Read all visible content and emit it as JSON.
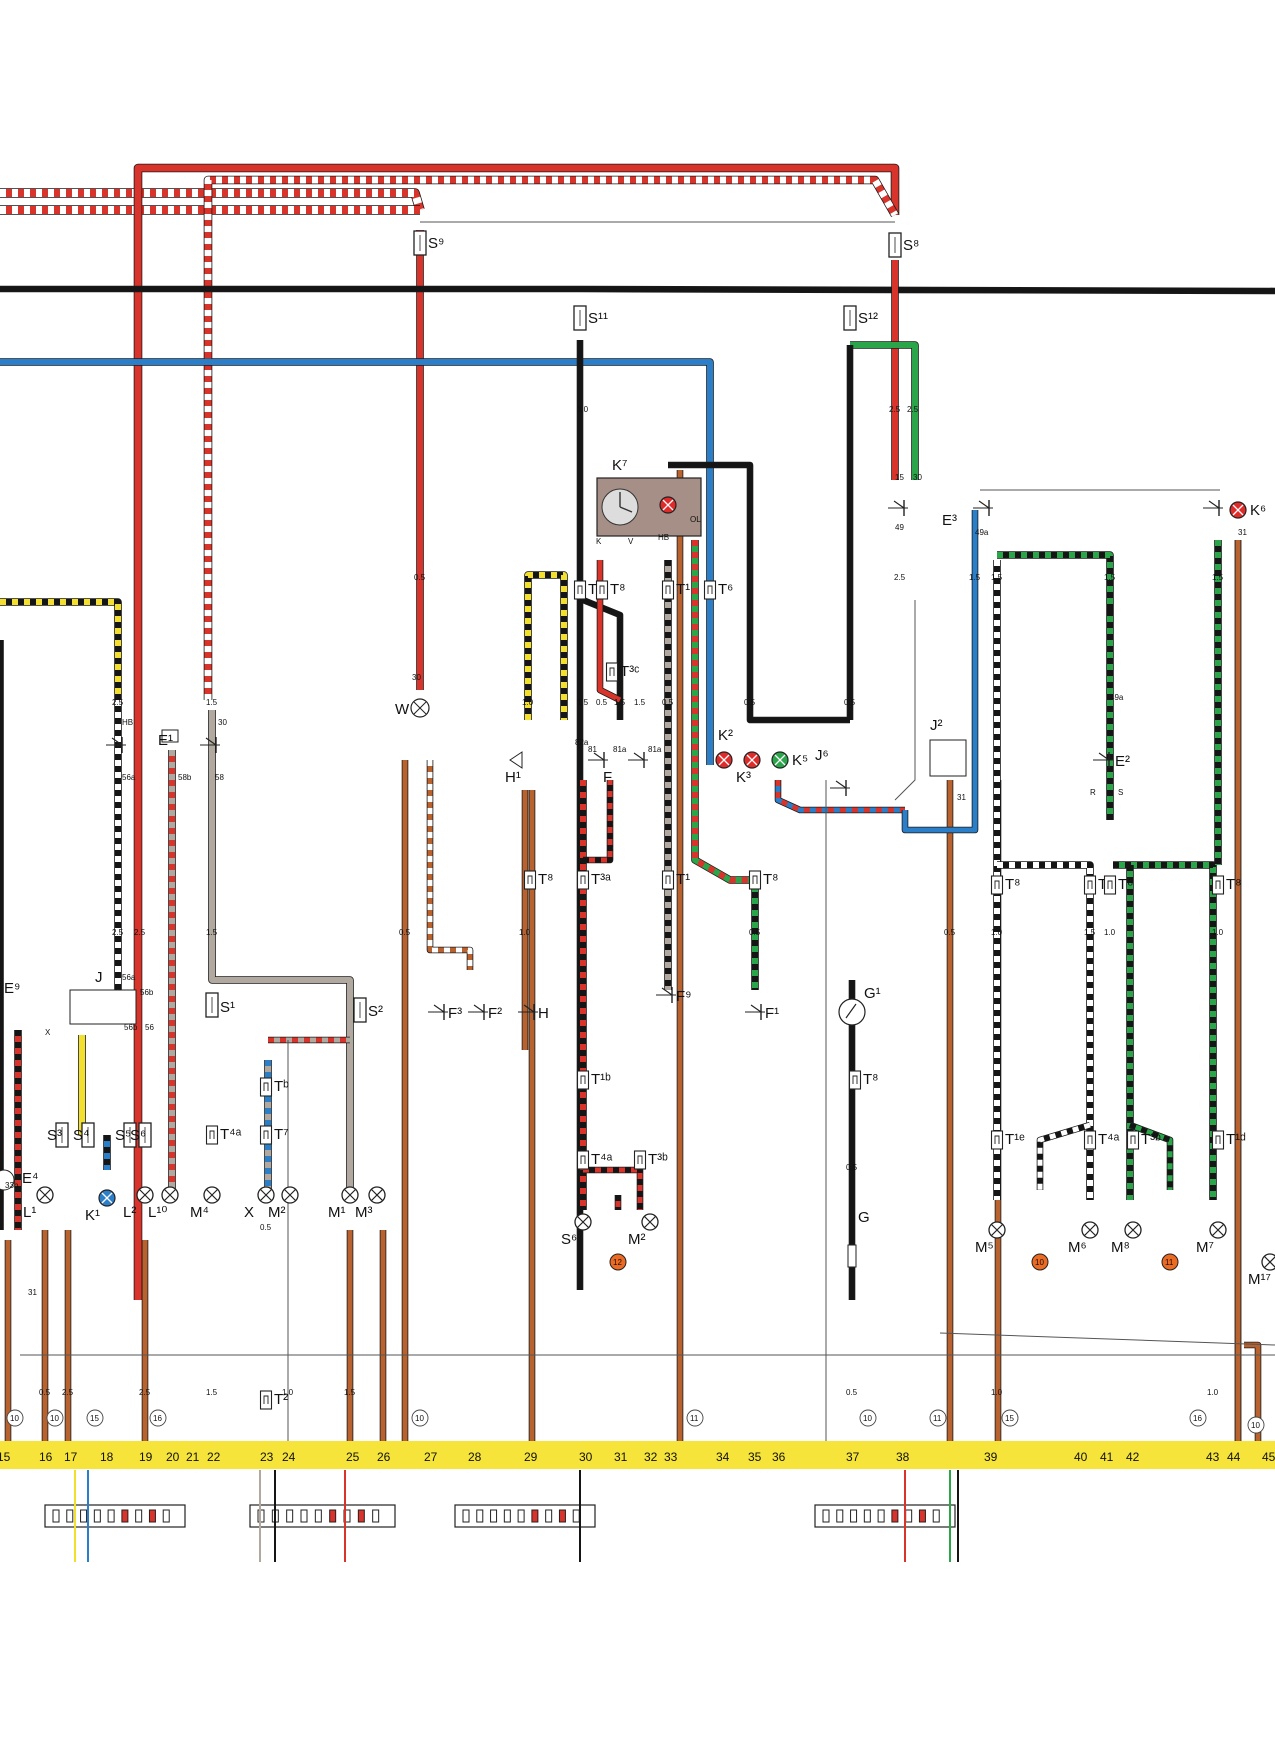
{
  "wire_colors": {
    "red": "#d9342b",
    "black": "#151515",
    "blue": "#2b7fc8",
    "green": "#2aa54a",
    "brown": "#b7622f",
    "yellow": "#f3df2e",
    "grey": "#b1a99f",
    "white": "#ffffff",
    "track_bar": "#f6e43a"
  },
  "components": [
    {
      "label": "S⁹"
    },
    {
      "label": "S⁸"
    },
    {
      "label": "S¹¹"
    },
    {
      "label": "S¹²"
    },
    {
      "label": "K⁷"
    },
    {
      "label": "K⁶"
    },
    {
      "label": "E³"
    },
    {
      "label": "E¹"
    },
    {
      "label": "E²"
    },
    {
      "label": "W"
    },
    {
      "label": "T³ᵃ"
    },
    {
      "label": "T⁸"
    },
    {
      "label": "T¹"
    },
    {
      "label": "T⁶"
    },
    {
      "label": "T³ᶜ"
    },
    {
      "label": "H¹"
    },
    {
      "label": "F"
    },
    {
      "label": "K²"
    },
    {
      "label": "K³"
    },
    {
      "label": "K⁵"
    },
    {
      "label": "J⁶"
    },
    {
      "label": "J²"
    },
    {
      "label": "F³"
    },
    {
      "label": "F²"
    },
    {
      "label": "H"
    },
    {
      "label": "F⁹"
    },
    {
      "label": "F¹"
    },
    {
      "label": "G¹"
    },
    {
      "label": "J"
    },
    {
      "label": "S¹"
    },
    {
      "label": "S²"
    },
    {
      "label": "Tᵇ"
    },
    {
      "label": "T⁷"
    },
    {
      "label": "T⁴ᵃ"
    },
    {
      "label": "T¹ᵇ"
    },
    {
      "label": "T³ᵇ"
    },
    {
      "label": "S³"
    },
    {
      "label": "S⁴"
    },
    {
      "label": "S⁵"
    },
    {
      "label": "S⁶"
    },
    {
      "label": "E⁴"
    },
    {
      "label": "L¹"
    },
    {
      "label": "K¹"
    },
    {
      "label": "L²"
    },
    {
      "label": "L¹⁰"
    },
    {
      "label": "M⁴"
    },
    {
      "label": "X"
    },
    {
      "label": "M²"
    },
    {
      "label": "M¹"
    },
    {
      "label": "M³"
    },
    {
      "label": "G"
    },
    {
      "label": "M⁵"
    },
    {
      "label": "T¹ᵉ"
    },
    {
      "label": "M⁶"
    },
    {
      "label": "M⁸"
    },
    {
      "label": "T¹ᵈ"
    },
    {
      "label": "M⁷"
    },
    {
      "label": "M¹⁷"
    },
    {
      "label": "T²"
    },
    {
      "label": "E⁹"
    }
  ],
  "gauges": [
    "0.5",
    "1.0",
    "1.5",
    "2.5"
  ],
  "terminals": [
    "15",
    "30",
    "31",
    "49",
    "49a",
    "56",
    "56a",
    "56b",
    "58",
    "58b",
    "81",
    "81a",
    "82a",
    "L",
    "R",
    "S",
    "X",
    "HB",
    "OL",
    "K",
    "V",
    "33b"
  ],
  "circled_refs": [
    "10",
    "11",
    "12",
    "15",
    "16"
  ],
  "current_tracks": [
    "15",
    "16",
    "17",
    "18",
    "19",
    "20",
    "21",
    "22",
    "23",
    "24",
    "25",
    "26",
    "27",
    "28",
    "29",
    "30",
    "31",
    "32",
    "33",
    "34",
    "35",
    "36",
    "37",
    "38",
    "39",
    "40",
    "41",
    "42",
    "43",
    "44",
    "45"
  ]
}
